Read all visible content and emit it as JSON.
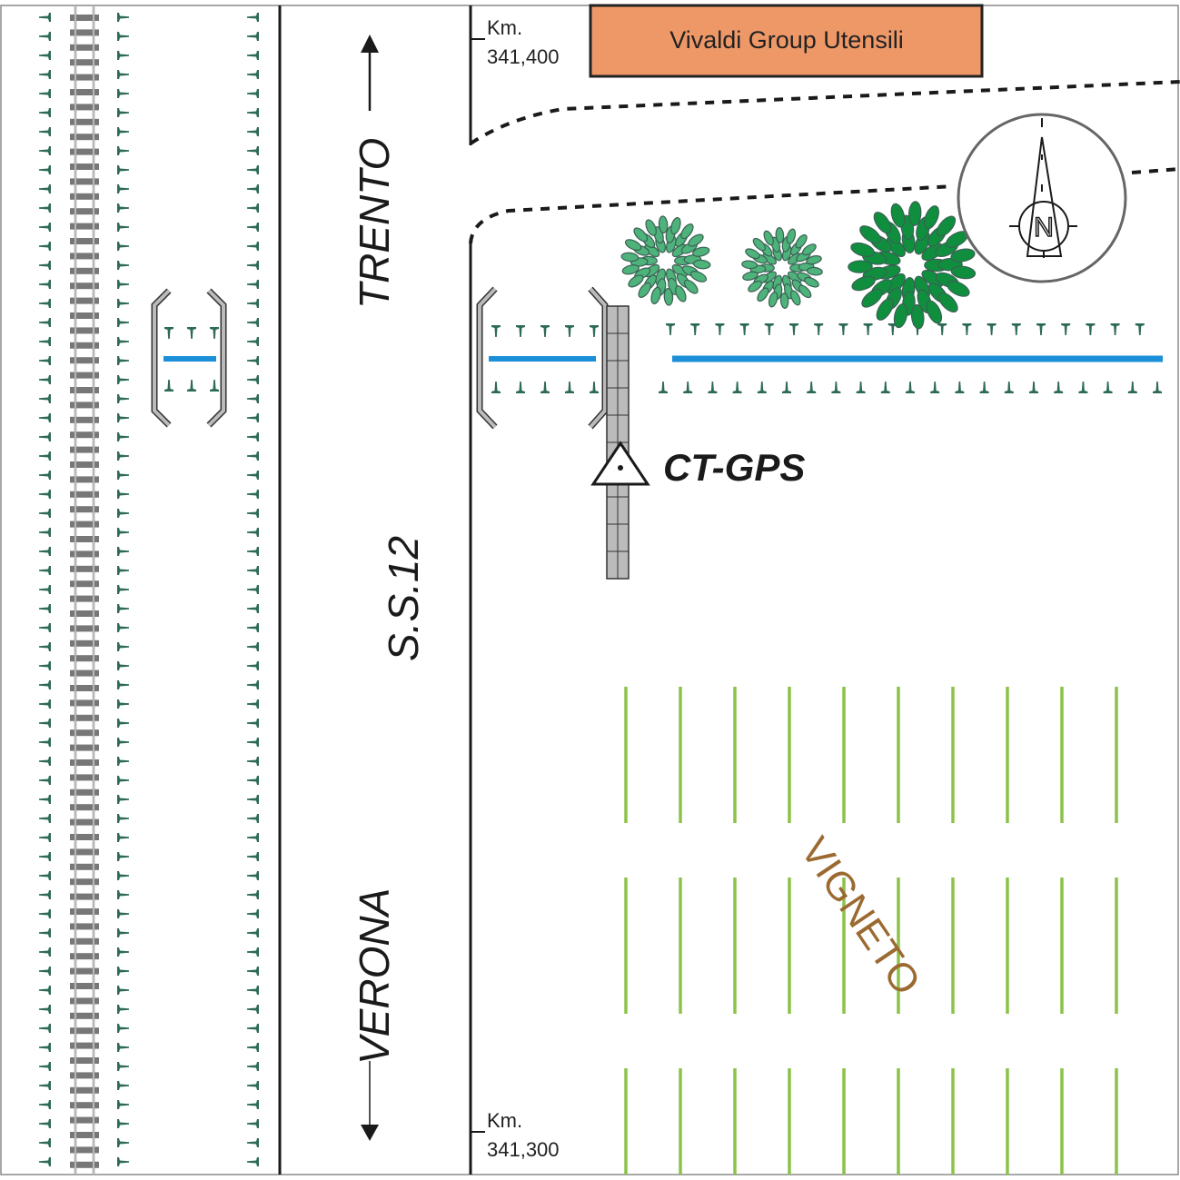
{
  "map": {
    "title": "Site location sketch CT-GPS",
    "building": {
      "label": "Vivaldi Group Utensili",
      "fill": "#EE9868"
    },
    "km_markers": [
      {
        "prefix": "Km.",
        "value": "341,400"
      },
      {
        "prefix": "Km.",
        "value": "341,300"
      }
    ],
    "road": {
      "name": "S.S.12",
      "direction_north": "TRENTO",
      "direction_south": "VERONA"
    },
    "station": {
      "label": "CT-GPS",
      "icon": "survey-triangle-icon"
    },
    "area_label": {
      "text": "VIGNETO",
      "color": "#9B6A31"
    },
    "compass": {
      "letter": "N",
      "icon": "north-arrow-icon"
    },
    "colors": {
      "hedge": "#2E6B55",
      "water": "#1B8FD8",
      "vine": "#8BC34A",
      "tree_light": "#4DB37A",
      "tree_dark": "#0F8F3E",
      "rail": "#777777",
      "bridge": "#BBBBBB"
    }
  }
}
